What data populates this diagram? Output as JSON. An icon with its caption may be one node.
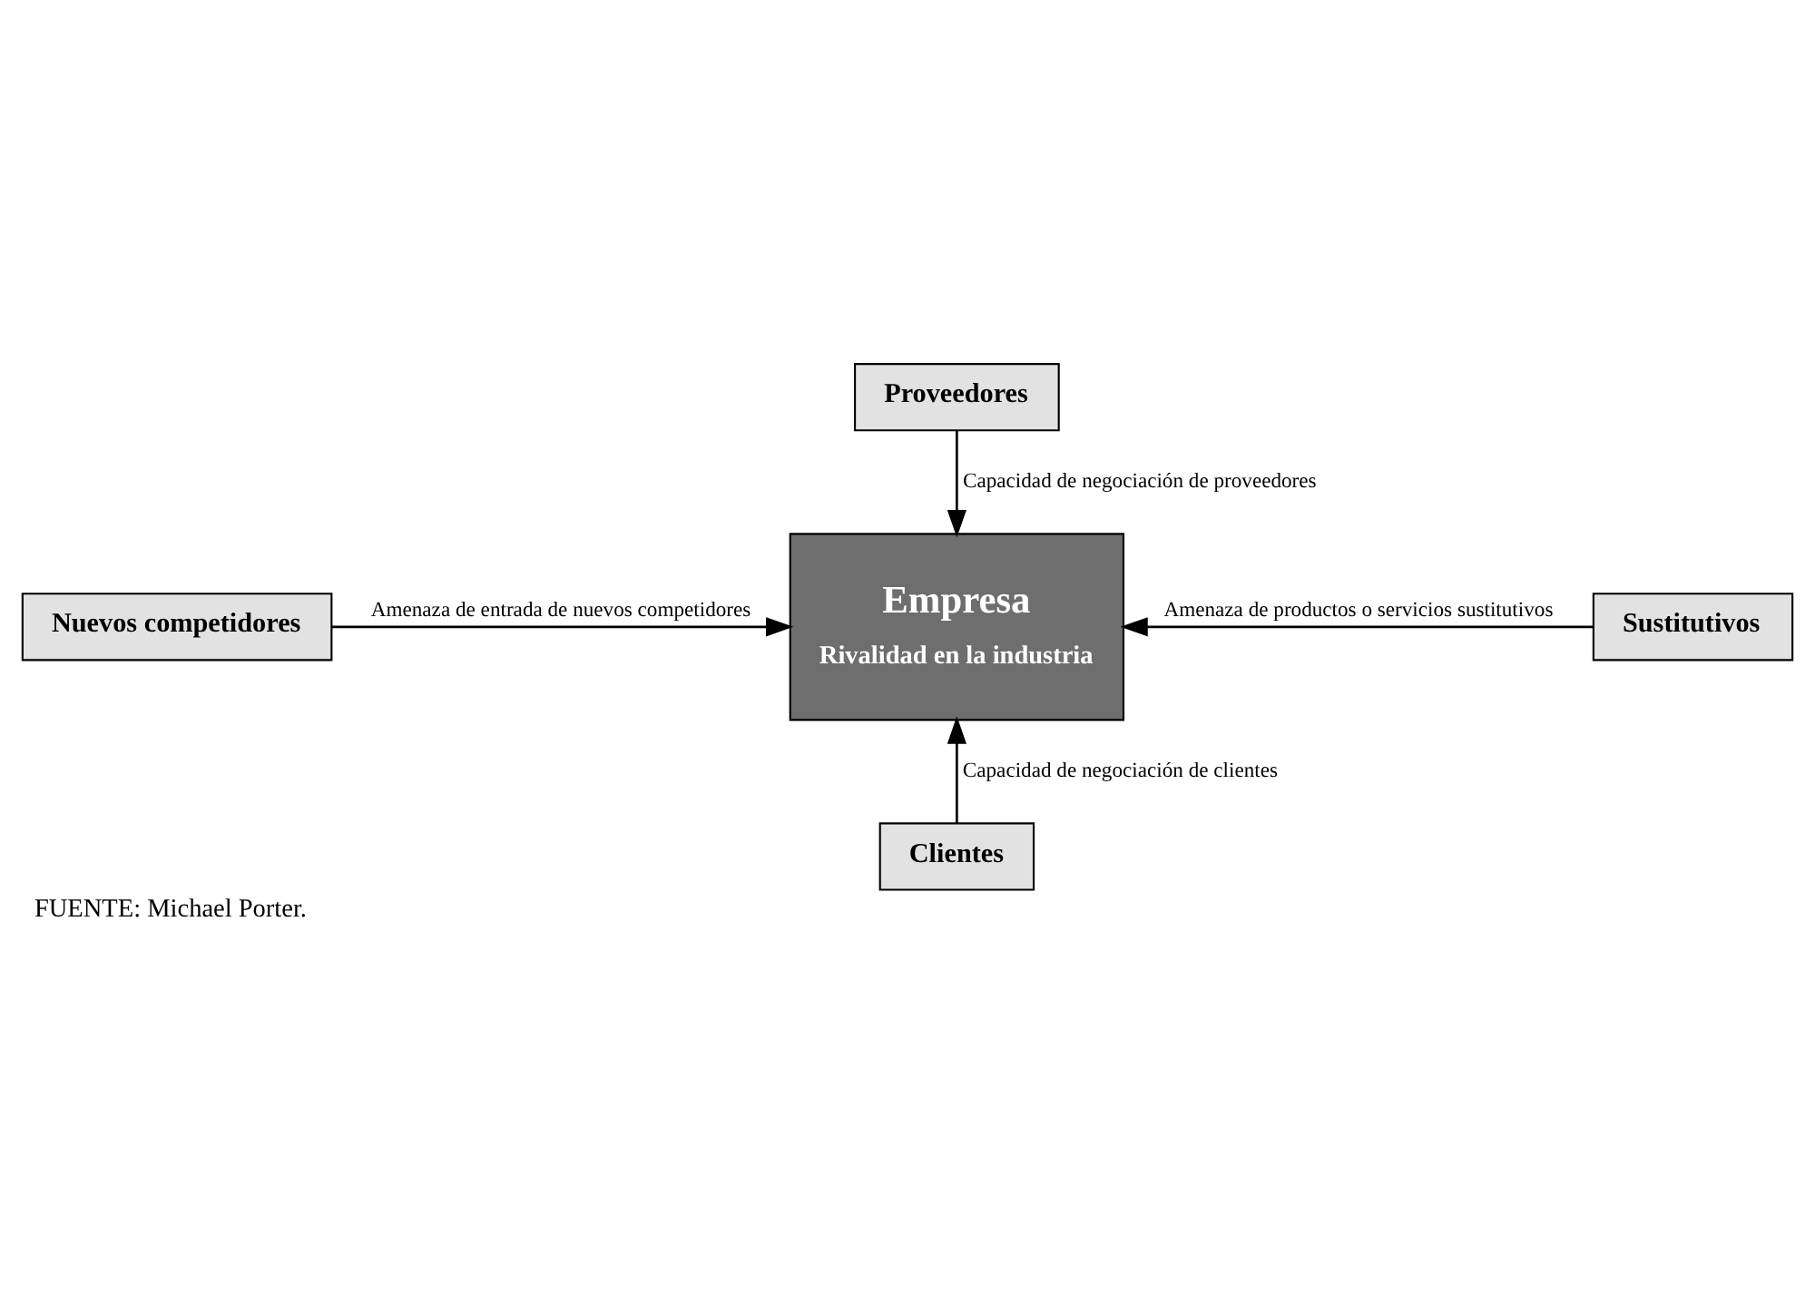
{
  "diagram": {
    "caption": "FUENTE: Michael Porter.",
    "nodes": [
      {
        "text": [
          "Proveedores"
        ]
      },
      {
        "text": [
          "Nuevos competidores"
        ]
      },
      {
        "text": [
          "Empresa",
          "Rivalidad en la industria"
        ]
      },
      {
        "text": [
          "Sustitutivos"
        ]
      },
      {
        "text": [
          "Clientes"
        ]
      }
    ],
    "edges": [
      {
        "from": 0,
        "to": 2,
        "arrow": "to",
        "label": "Capacidad de negociación de proveedores"
      },
      {
        "from": 1,
        "to": 2,
        "arrow": "to",
        "label": "Amenaza de entrada de nuevos competidores"
      },
      {
        "from": 3,
        "to": 2,
        "arrow": "to",
        "label": "Amenaza de productos o servicios sustitutivos"
      },
      {
        "from": 4,
        "to": 2,
        "arrow": "to",
        "label": "Capacidad de negociación de clientes"
      }
    ]
  }
}
